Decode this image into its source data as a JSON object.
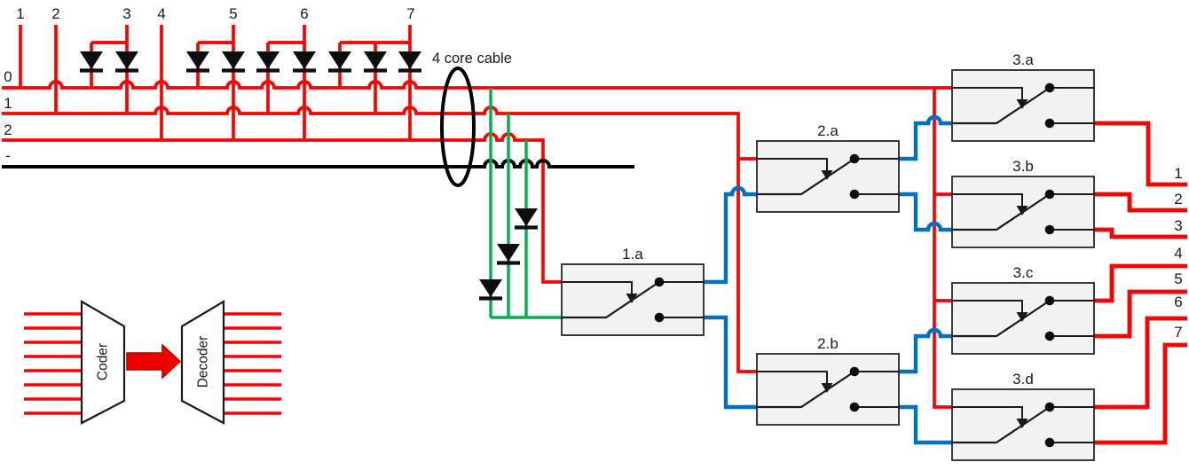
{
  "coder": {
    "input_labels": [
      "1",
      "2",
      "3",
      "4",
      "5",
      "6",
      "7"
    ],
    "bus_labels": [
      "0",
      "1",
      "2",
      "-"
    ]
  },
  "cable_label": "4 core cable",
  "switches": {
    "s1a": "1.a",
    "s2a": "2.a",
    "s2b": "2.b",
    "s3a": "3.a",
    "s3b": "3.b",
    "s3c": "3.c",
    "s3d": "3.d"
  },
  "outputs": [
    "1",
    "2",
    "3",
    "4",
    "5",
    "6",
    "7"
  ],
  "legend": {
    "coder": "Coder",
    "decoder": "Decoder"
  },
  "colors": {
    "wire_red": "#FF0000",
    "wire_green": "#00B050",
    "wire_blue": "#0070C0",
    "wire_black": "#000000",
    "box_fill": "#F2F2F2",
    "box_border": "#262626"
  }
}
